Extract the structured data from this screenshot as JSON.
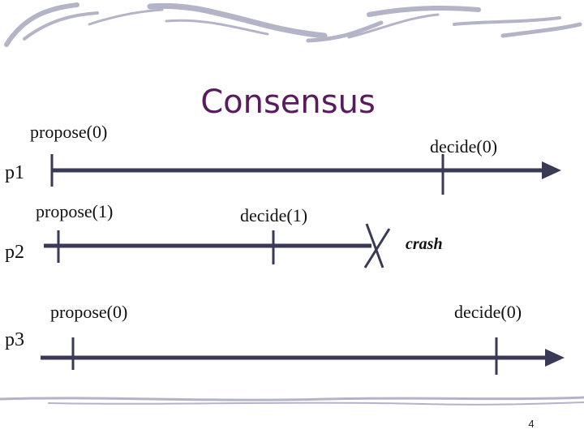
{
  "slide": {
    "title": "Consensus",
    "page_number": "4"
  },
  "processes": [
    {
      "name": "p1",
      "events": [
        {
          "label": "propose(0)"
        },
        {
          "label": "decide(0)"
        }
      ]
    },
    {
      "name": "p2",
      "events": [
        {
          "label": "propose(1)"
        },
        {
          "label": "decide(1)"
        }
      ],
      "crash_label": "crash"
    },
    {
      "name": "p3",
      "events": [
        {
          "label": "propose(0)"
        },
        {
          "label": "decide(0)"
        }
      ]
    }
  ],
  "colors": {
    "title": "#5a1a5e",
    "timeline": "#3a3a56",
    "decoration": "#b4b4c8"
  }
}
